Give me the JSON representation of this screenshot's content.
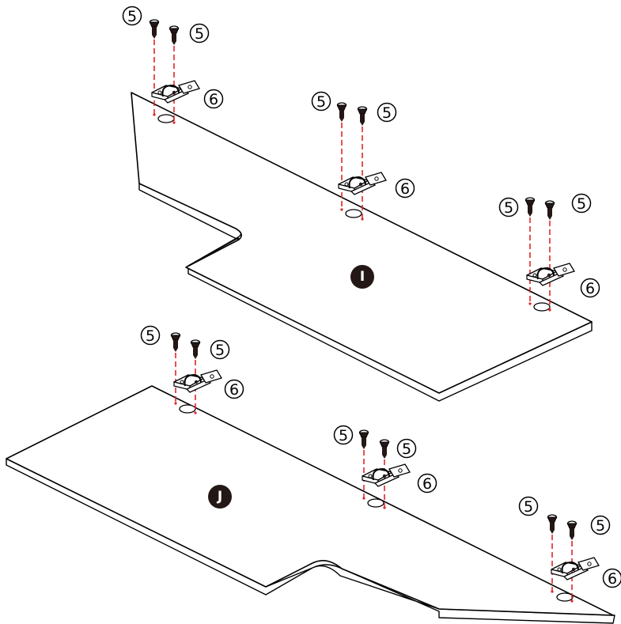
{
  "panels": [
    {
      "letter": "I",
      "hardware": [
        {
          "screw_labels": [
            "⑤",
            "⑤"
          ],
          "hinge_label": "⑥"
        },
        {
          "screw_labels": [
            "⑤",
            "⑤"
          ],
          "hinge_label": "⑥"
        },
        {
          "screw_labels": [
            "⑤",
            "⑤"
          ],
          "hinge_label": "⑥"
        }
      ]
    },
    {
      "letter": "J",
      "hardware": [
        {
          "screw_labels": [
            "⑤",
            "⑤"
          ],
          "hinge_label": "⑥"
        },
        {
          "screw_labels": [
            "⑤",
            "⑤"
          ],
          "hinge_label": "⑥"
        },
        {
          "screw_labels": [
            "⑤",
            "⑤"
          ],
          "hinge_label": "⑥"
        }
      ]
    }
  ],
  "colors": {
    "guide_line": "#e0262b",
    "badge_fill": "#231815",
    "outline": "#000000"
  }
}
